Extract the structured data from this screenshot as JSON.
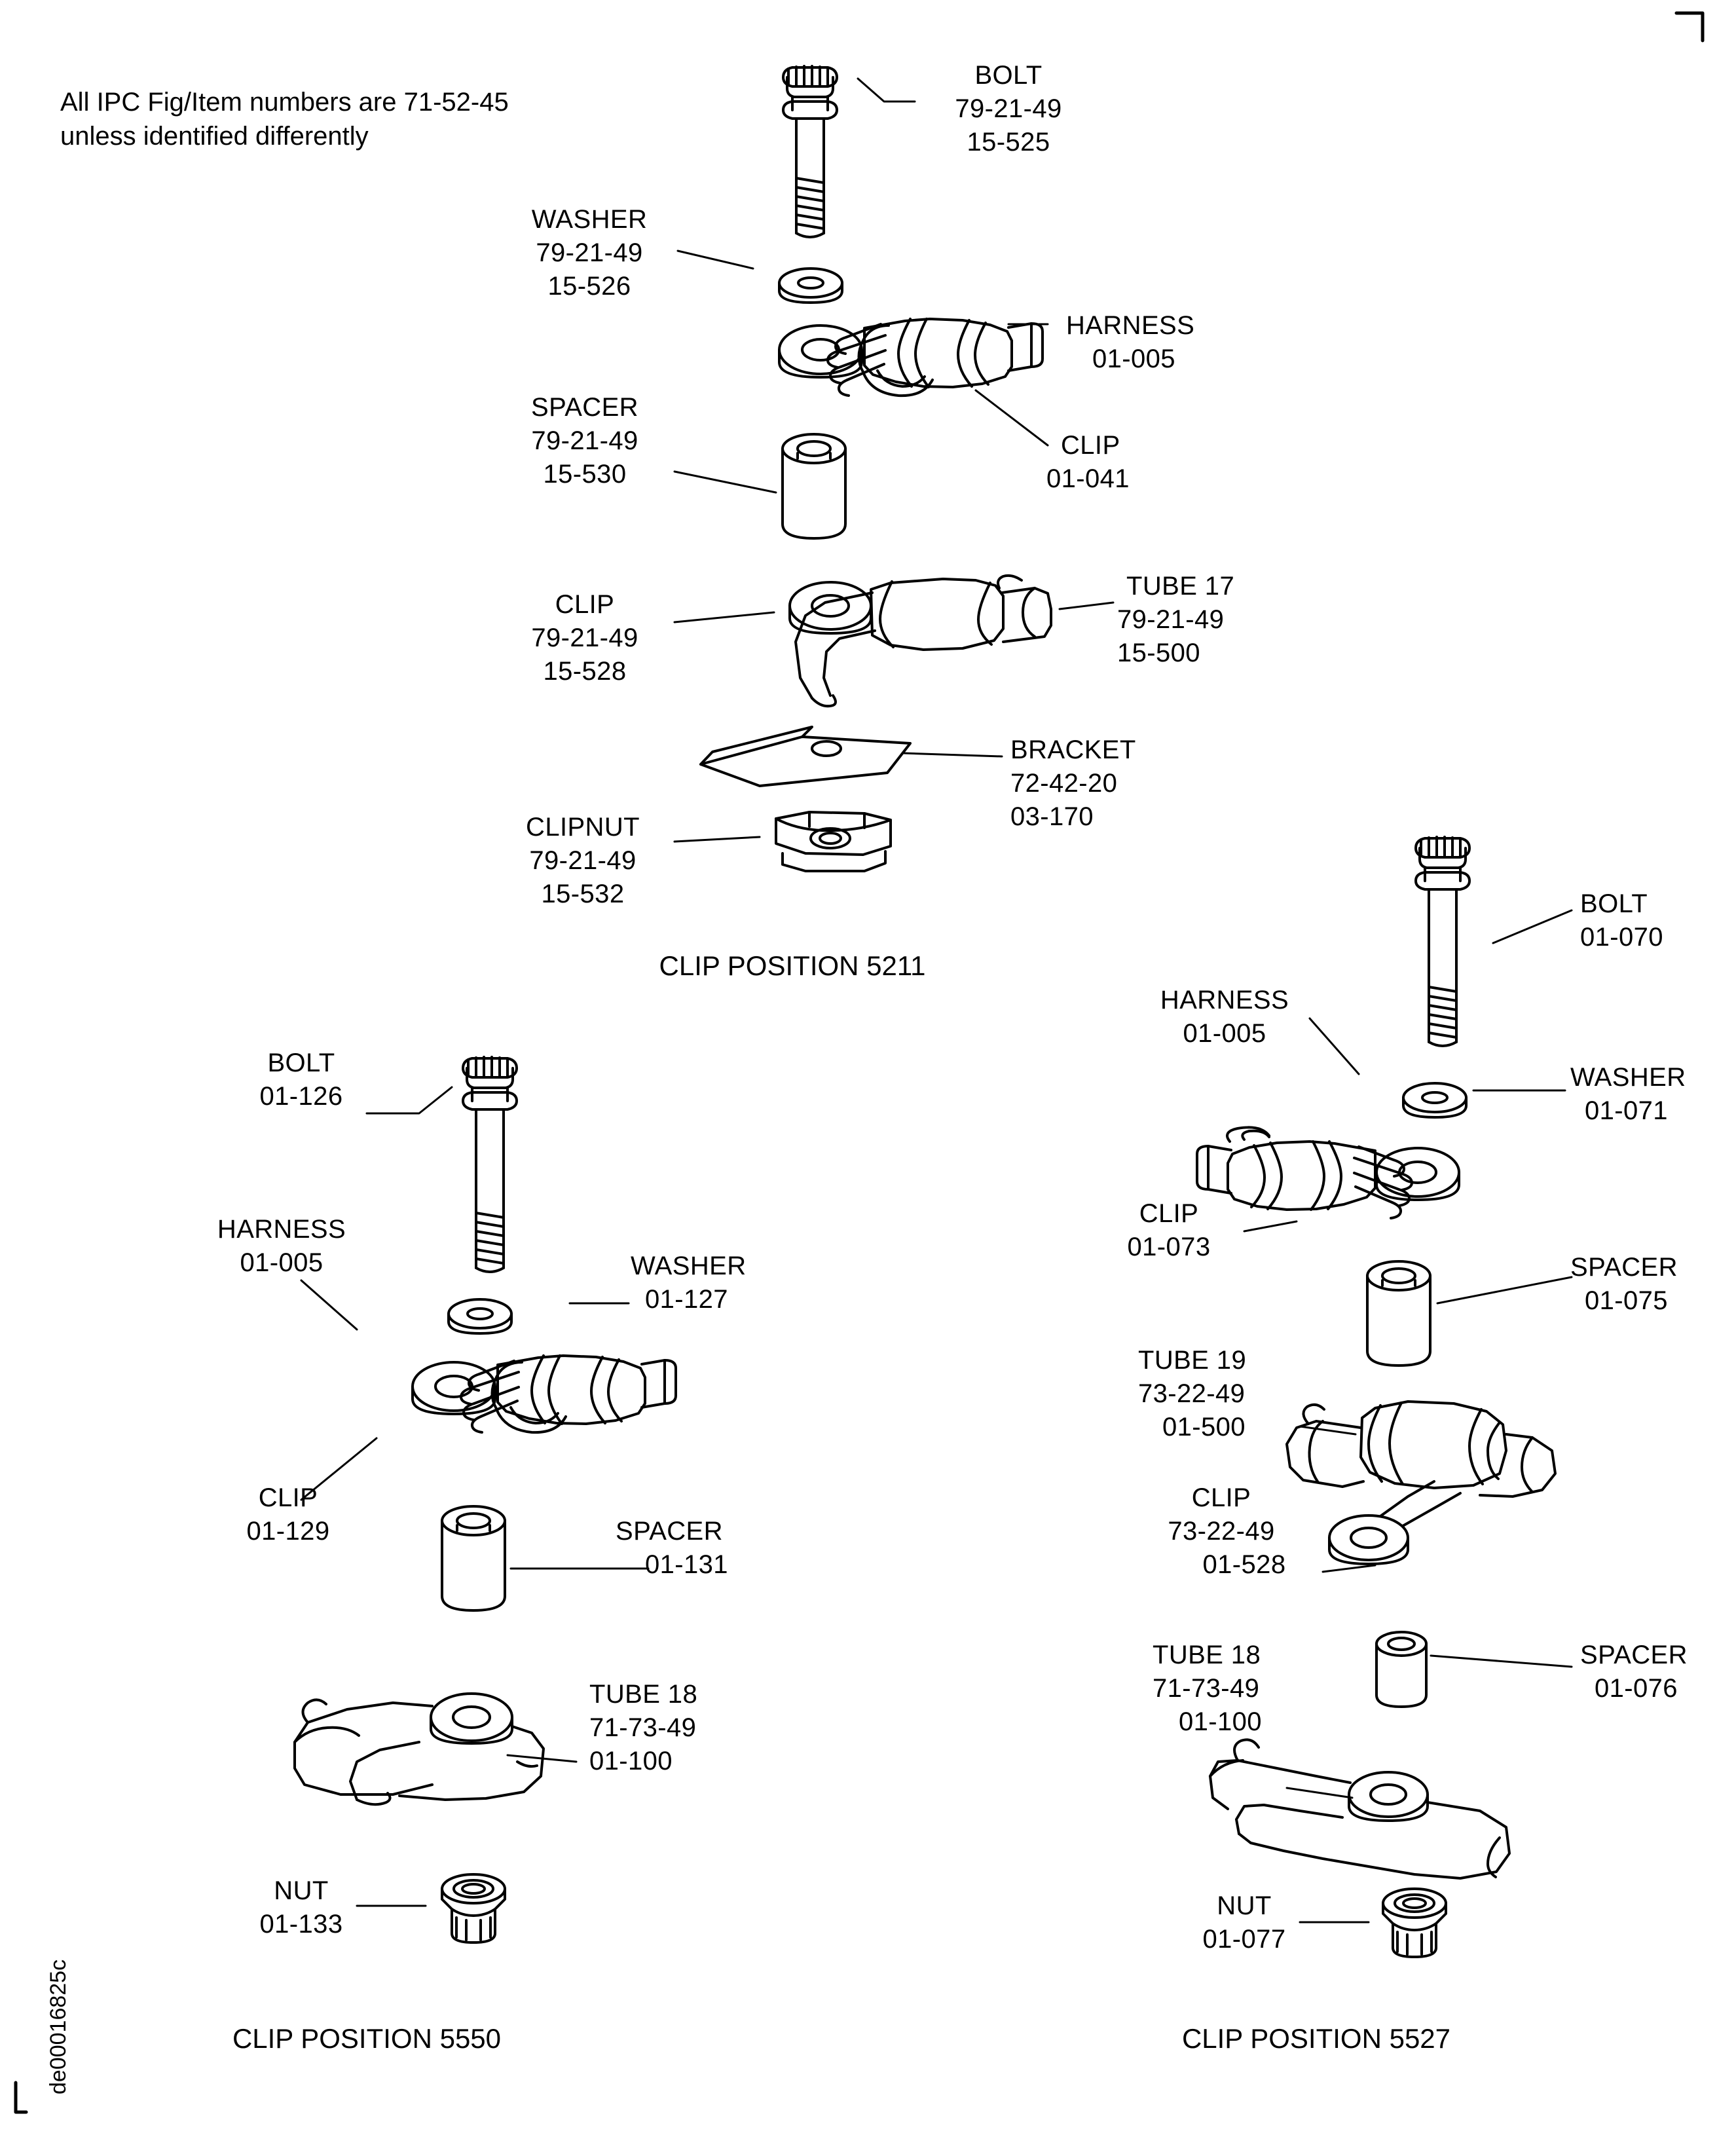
{
  "document": {
    "note": "All IPC Fig/Item numbers are 71-52-45\nunless identified differently",
    "drawing_code": "de00016825c"
  },
  "groups": [
    {
      "caption": "CLIP POSITION 5211",
      "parts": [
        {
          "name": "BOLT",
          "refs": "79-21-49\n15-525"
        },
        {
          "name": "WASHER",
          "refs": "79-21-49\n15-526"
        },
        {
          "name": "HARNESS",
          "refs": "01-005"
        },
        {
          "name": "CLIP",
          "refs": "01-041"
        },
        {
          "name": "SPACER",
          "refs": "79-21-49\n15-530"
        },
        {
          "name": "CLIP",
          "refs": "79-21-49\n15-528"
        },
        {
          "name": "TUBE 17",
          "refs": "79-21-49\n15-500"
        },
        {
          "name": "BRACKET",
          "refs": "72-42-20\n03-170"
        },
        {
          "name": "CLIPNUT",
          "refs": "79-21-49\n15-532"
        }
      ]
    },
    {
      "caption": "CLIP POSITION 5550",
      "parts": [
        {
          "name": "BOLT",
          "refs": "01-126"
        },
        {
          "name": "HARNESS",
          "refs": "01-005"
        },
        {
          "name": "WASHER",
          "refs": "01-127"
        },
        {
          "name": "CLIP",
          "refs": "01-129"
        },
        {
          "name": "SPACER",
          "refs": "01-131"
        },
        {
          "name": "TUBE 18",
          "refs": "71-73-49\n01-100"
        },
        {
          "name": "NUT",
          "refs": "01-133"
        }
      ]
    },
    {
      "caption": "CLIP POSITION 5527",
      "parts": [
        {
          "name": "BOLT",
          "refs": "01-070"
        },
        {
          "name": "HARNESS",
          "refs": "01-005"
        },
        {
          "name": "WASHER",
          "refs": "01-071"
        },
        {
          "name": "CLIP",
          "refs": "01-073"
        },
        {
          "name": "SPACER",
          "refs": "01-075"
        },
        {
          "name": "TUBE 19",
          "refs": "73-22-49\n01-500"
        },
        {
          "name": "CLIP",
          "refs": "73-22-49\n01-528"
        },
        {
          "name": "TUBE 18",
          "refs": "71-73-49\n01-100"
        },
        {
          "name": "SPACER",
          "refs": "01-076"
        },
        {
          "name": "NUT",
          "refs": "01-077"
        }
      ]
    }
  ],
  "labels": {
    "g1_bolt_title": "BOLT",
    "g1_bolt_refs": "79-21-49\n15-525",
    "g1_washer_title": "WASHER",
    "g1_washer_refs": "79-21-49\n15-526",
    "g1_harness_title": "HARNESS",
    "g1_harness_refs": "01-005",
    "g1_clip1_title": "CLIP",
    "g1_clip1_refs": "01-041",
    "g1_spacer_title": "SPACER",
    "g1_spacer_refs": "79-21-49\n15-530",
    "g1_clip2_title": "CLIP",
    "g1_clip2_refs": "79-21-49\n15-528",
    "g1_tube_title": "TUBE 17",
    "g1_tube_refs": "79-21-49\n15-500",
    "g1_bracket_title": "BRACKET",
    "g1_bracket_refs": "72-42-20\n03-170",
    "g1_clipnut_title": "CLIPNUT",
    "g1_clipnut_refs": "79-21-49\n15-532",
    "g1_caption": "CLIP POSITION 5211",
    "g2_bolt_title": "BOLT",
    "g2_bolt_refs": "01-126",
    "g2_harness_title": "HARNESS",
    "g2_harness_refs": "01-005",
    "g2_washer_title": "WASHER",
    "g2_washer_refs": "01-127",
    "g2_clip_title": "CLIP",
    "g2_clip_refs": "01-129",
    "g2_spacer_title": "SPACER",
    "g2_spacer_refs": "01-131",
    "g2_tube_title": "TUBE 18",
    "g2_tube_refs": "71-73-49",
    "g2_tube_refs2": "01-100",
    "g2_nut_title": "NUT",
    "g2_nut_refs": "01-133",
    "g2_caption": "CLIP POSITION 5550",
    "g3_bolt_title": "BOLT",
    "g3_bolt_refs": "01-070",
    "g3_harness_title": "HARNESS",
    "g3_harness_refs": "01-005",
    "g3_washer_title": "WASHER",
    "g3_washer_refs": "01-071",
    "g3_clip1_title": "CLIP",
    "g3_clip1_refs": "01-073",
    "g3_spacer1_title": "SPACER",
    "g3_spacer1_refs": "01-075",
    "g3_tube19_title": "TUBE 19",
    "g3_tube19_refs": "73-22-49",
    "g3_tube19_refs2": "01-500",
    "g3_clip2_title": "CLIP",
    "g3_clip2_refs": "73-22-49",
    "g3_clip2_refs2": "01-528",
    "g3_tube18_title": "TUBE 18",
    "g3_tube18_refs": "71-73-49",
    "g3_tube18_refs2": "01-100",
    "g3_spacer2_title": "SPACER",
    "g3_spacer2_refs": "01-076",
    "g3_nut_title": "NUT",
    "g3_nut_refs": "01-077",
    "g3_caption": "CLIP POSITION 5527"
  }
}
